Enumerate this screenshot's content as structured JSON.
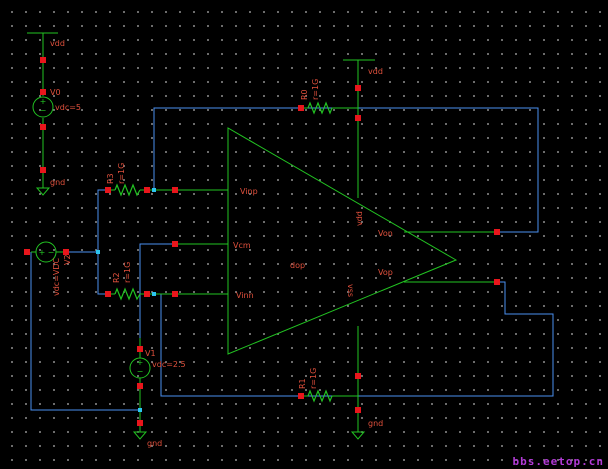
{
  "opamp": {
    "name": "dop",
    "pins": {
      "vinp": "Vinp",
      "vcm": "Vcm",
      "vinn": "Vinn",
      "von": "Von",
      "vop": "Vop",
      "vdd": "vdd",
      "vss": "vss"
    }
  },
  "supplies": {
    "vdd_left": "vdd",
    "vdd_right": "vdd",
    "gnd_left_top": "gnd",
    "gnd_left_bottom": "gnd",
    "gnd_right": "gnd"
  },
  "sources": {
    "v0_name": "V0",
    "v0_value": "vdc=5",
    "v1_name": "V1",
    "v1_value": "vdc=2.5",
    "v2_name": "V2",
    "v2_value": "vdc=VDC"
  },
  "resistors": {
    "r0_name": "R0",
    "r0_value": "r=1G",
    "r1_name": "R1",
    "r1_value": "r=1G",
    "r2_name": "R2",
    "r2_value": "r=1G",
    "r3_name": "R3",
    "r3_value": "r=1G"
  },
  "watermark": "bbs.eetop.cn",
  "colors": {
    "background": "#000000",
    "grid_dot": "#8a8a8a",
    "symbol": "#22c322",
    "wire": "#4a8ff0",
    "pin": "#e8161c",
    "label": "#e0503c",
    "watermark": "#b23bd6"
  }
}
